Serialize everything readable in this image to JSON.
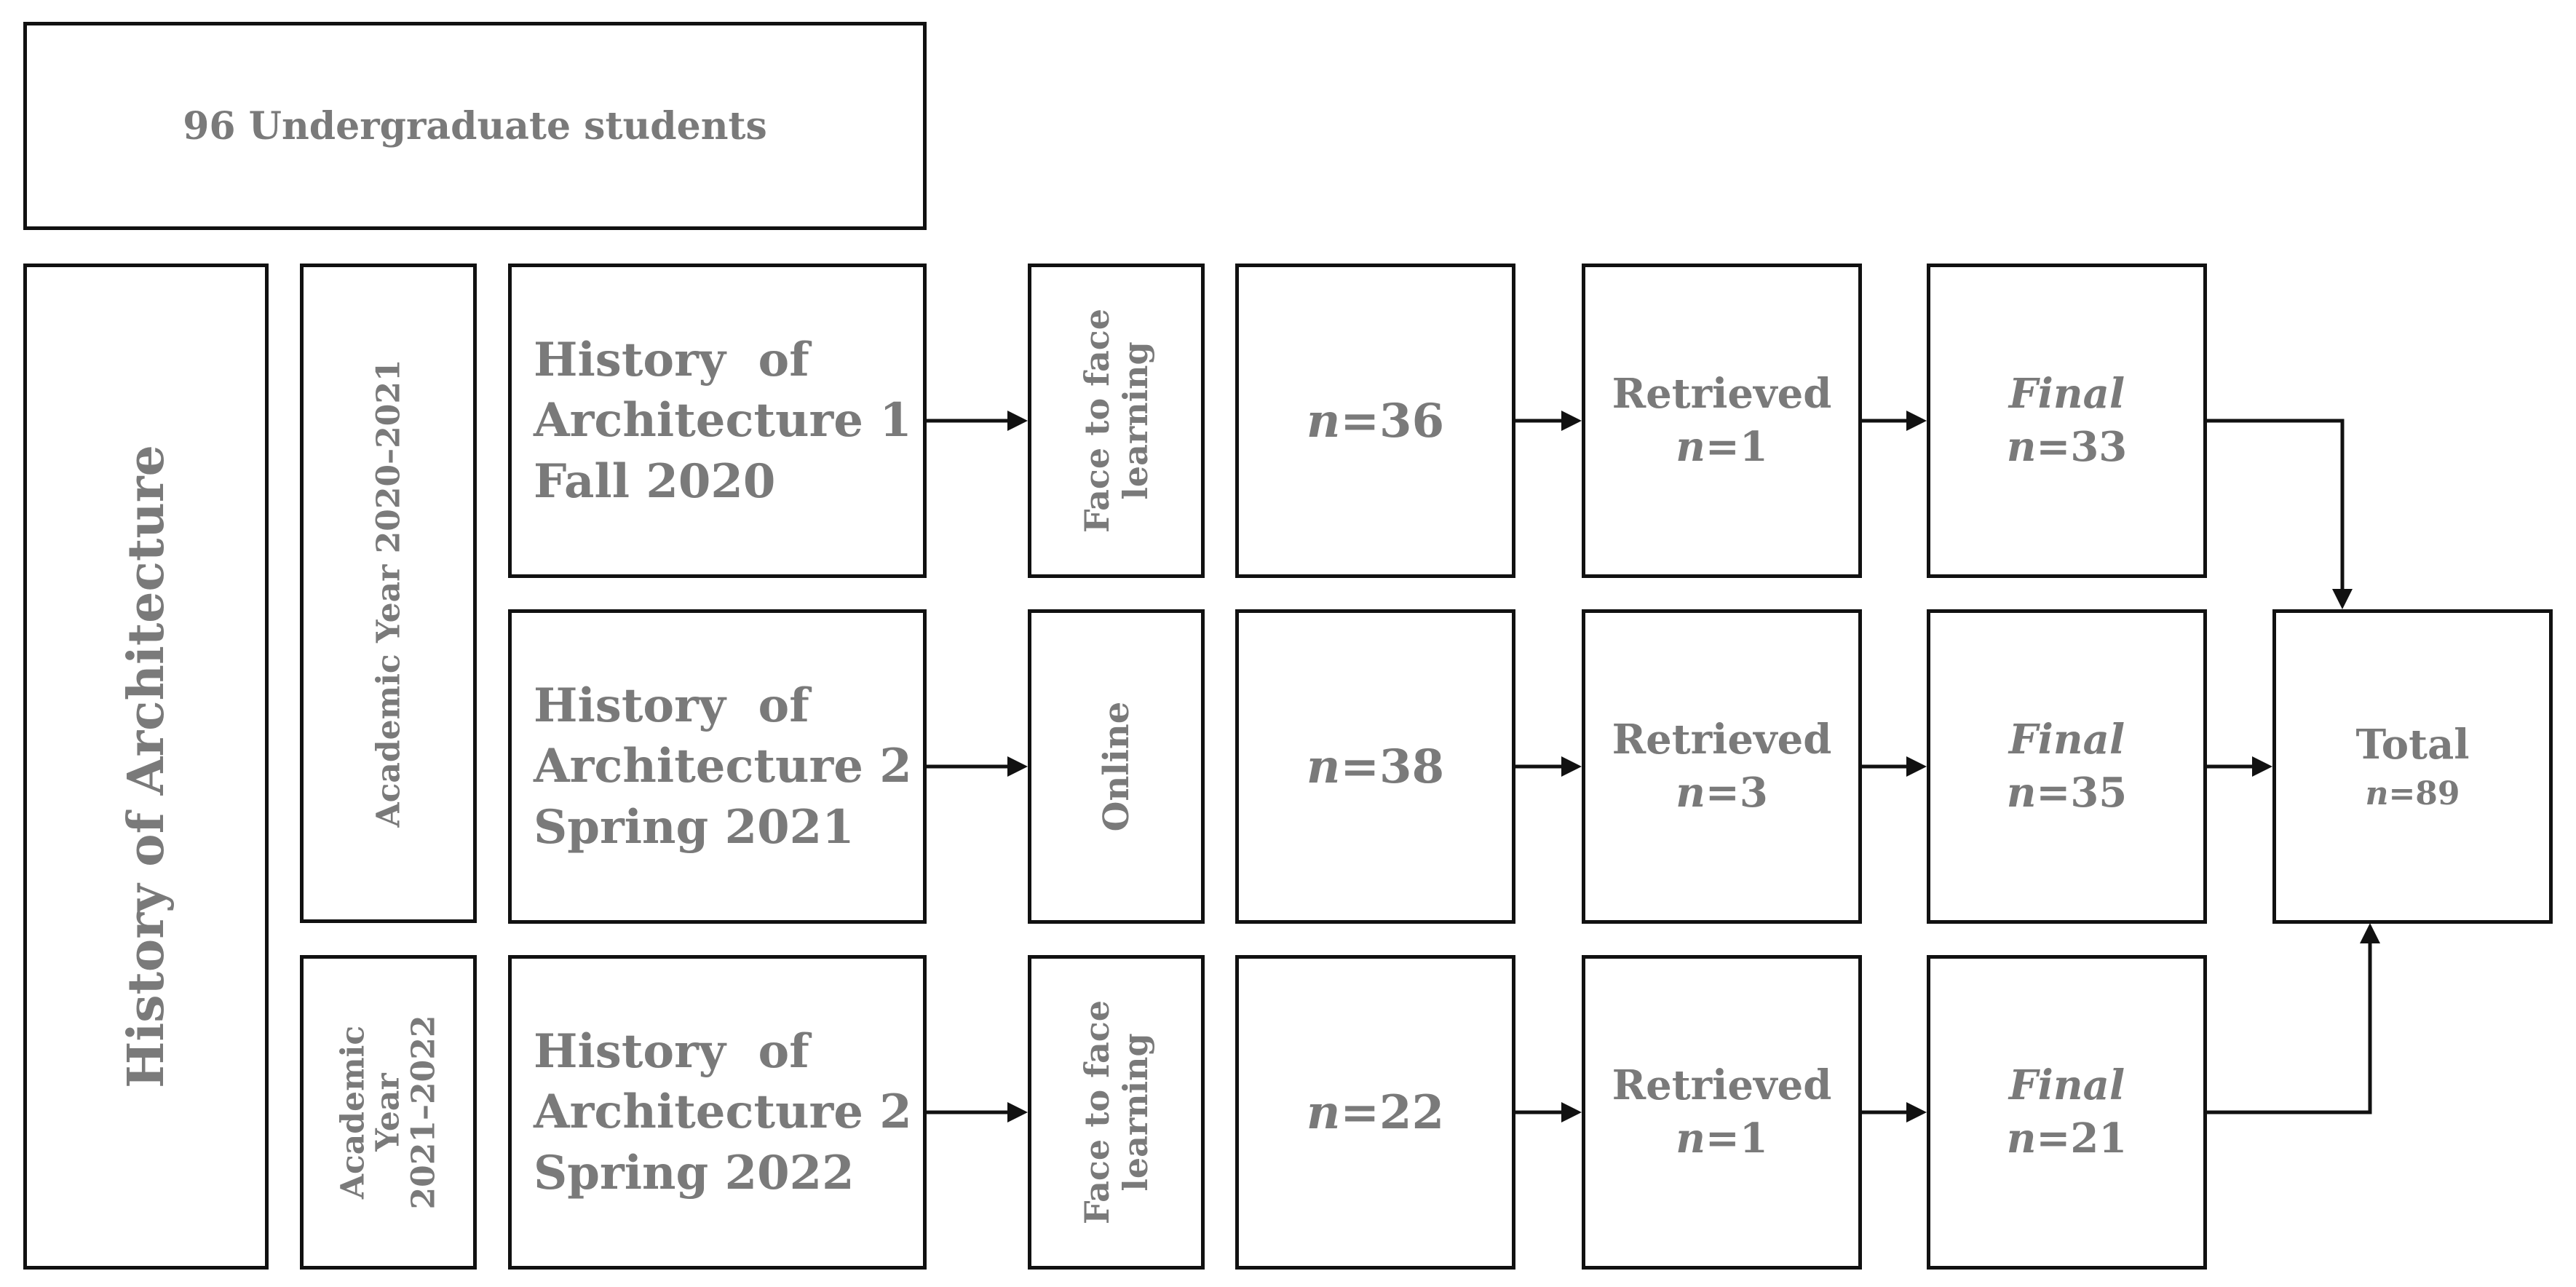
{
  "header": {
    "label": "96 Undergraduate students"
  },
  "sidebar": {
    "label": "History of Architecture"
  },
  "academic_years": [
    {
      "label": "Academic Year 2020–2021"
    },
    {
      "lines": [
        "Academic",
        "Year",
        "2021–2022"
      ]
    }
  ],
  "rows": [
    {
      "course": [
        "History  of",
        "Architecture 1",
        "Fall 2020"
      ],
      "mode": [
        "Face to face",
        "learning"
      ],
      "enrolled_prefix": "n",
      "enrolled_value": "=36",
      "retrieved_label": "Retrieved",
      "retrieved_prefix": "n",
      "retrieved_value": "=1",
      "final_label": "Final",
      "final_prefix": "n",
      "final_value": "=33"
    },
    {
      "course": [
        "History  of",
        "Architecture 2",
        "Spring 2021"
      ],
      "mode": [
        "Online"
      ],
      "enrolled_prefix": "n",
      "enrolled_value": "=38",
      "retrieved_label": "Retrieved",
      "retrieved_prefix": "n",
      "retrieved_value": "=3",
      "final_label": "Final",
      "final_prefix": "n",
      "final_value": "=35"
    },
    {
      "course": [
        "History  of",
        "Architecture 2",
        "Spring 2022"
      ],
      "mode": [
        "Face to face",
        "learning"
      ],
      "enrolled_prefix": "n",
      "enrolled_value": "=22",
      "retrieved_label": "Retrieved",
      "retrieved_prefix": "n",
      "retrieved_value": "=1",
      "final_label": "Final",
      "final_prefix": "n",
      "final_value": "=21"
    }
  ],
  "total": {
    "label": "Total",
    "prefix": "n",
    "value": "=89"
  },
  "colors": {
    "text": "#7a7a7a",
    "border": "#111111",
    "background": "#ffffff"
  }
}
